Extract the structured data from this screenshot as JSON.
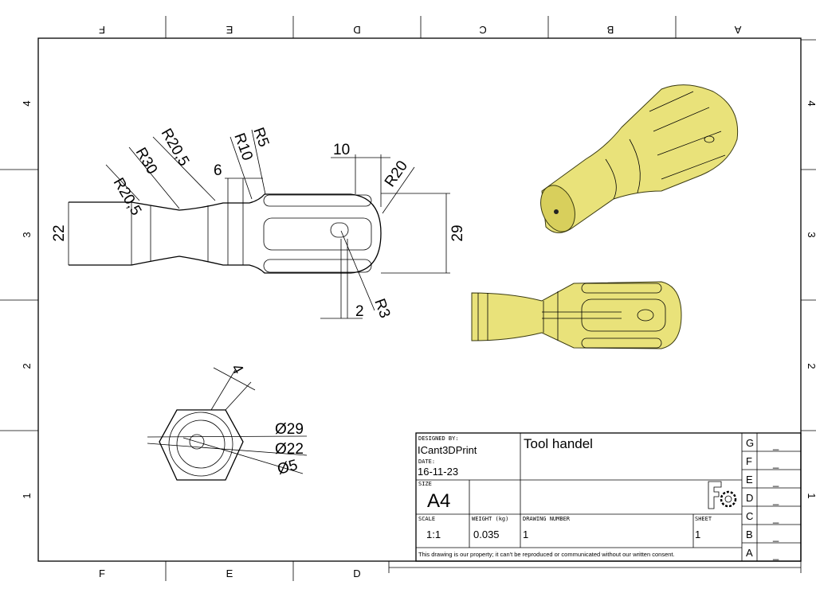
{
  "zones": {
    "columns": [
      "F",
      "E",
      "D",
      "C",
      "B",
      "A"
    ],
    "rows": [
      "4",
      "3",
      "2",
      "1"
    ]
  },
  "dimensions": {
    "left_dia": "22",
    "r1": "R20,5",
    "r2": "R30",
    "r3": "R20,5",
    "width6": "6",
    "r10": "R10",
    "r5": "R5",
    "len10": "10",
    "r20": "R20",
    "head_dia": "29",
    "slot_width": "2",
    "r3_slot": "R3",
    "slot4": "4",
    "dia29": "Ø29",
    "dia22": "Ø22",
    "dia5": "Ø5"
  },
  "title_block": {
    "designed_by_label": "DESIGNED BY:",
    "designed_by": "ICant3DPrint",
    "date_label": "DATE:",
    "date": "16-11-23",
    "title": "Tool handel",
    "size_label": "SIZE",
    "size": "A4",
    "scale_label": "SCALE",
    "scale": "1:1",
    "weight_label": "WEIGHT (kg)",
    "weight": "0.035",
    "drawing_number_label": "DRAWING NUMBER",
    "drawing_number": "1",
    "sheet_label": "SHEET",
    "sheet": "1",
    "disclaimer": "This drawing is our property; it can't be reproduced or communicated without our written consent.",
    "revisions": [
      {
        "letter": "G",
        "value": "_"
      },
      {
        "letter": "F",
        "value": "_"
      },
      {
        "letter": "E",
        "value": "_"
      },
      {
        "letter": "D",
        "value": "_"
      },
      {
        "letter": "C",
        "value": "_"
      },
      {
        "letter": "B",
        "value": "_"
      },
      {
        "letter": "A",
        "value": "_"
      }
    ]
  }
}
